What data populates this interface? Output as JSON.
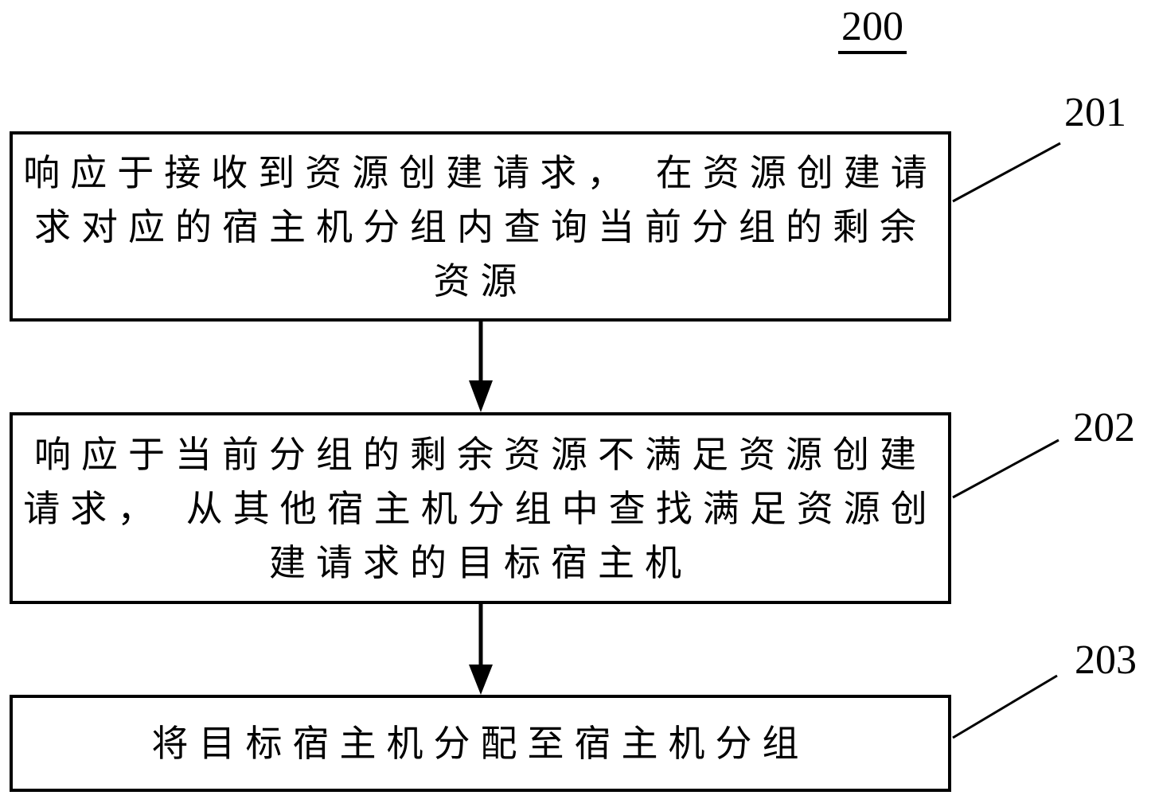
{
  "figure": {
    "title": "200"
  },
  "flow": {
    "steps": [
      {
        "id": "201",
        "lines": [
          "响应于接收到资源创建请求， 在资源创建请",
          "求对应的宿主机分组内查询当前分组的剩余",
          "资源"
        ]
      },
      {
        "id": "202",
        "lines": [
          "响应于当前分组的剩余资源不满足资源创建",
          "请求， 从其他宿主机分组中查找满足资源创",
          "建请求的目标宿主机"
        ]
      },
      {
        "id": "203",
        "lines": [
          "将目标宿主机分配至宿主机分组"
        ]
      }
    ]
  },
  "colors": {
    "line": "#000000",
    "background": "#ffffff"
  }
}
